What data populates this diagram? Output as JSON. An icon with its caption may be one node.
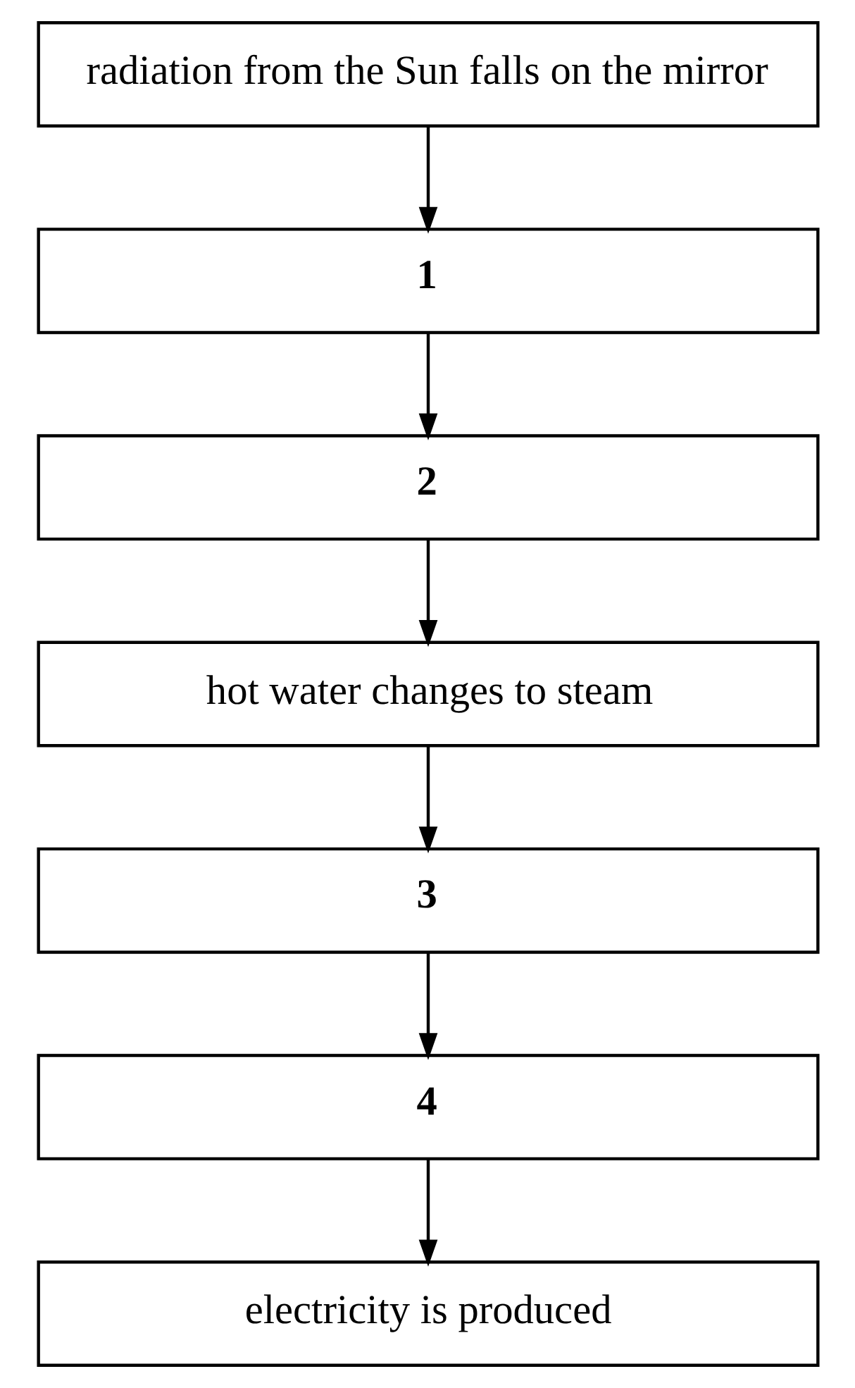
{
  "diagram": {
    "nodes": [
      {
        "text": [
          "radiation from the Sun falls on the mirror"
        ]
      },
      {
        "text": [
          "1"
        ]
      },
      {
        "text": [
          "2"
        ]
      },
      {
        "text": [
          "hot water changes to steam"
        ]
      },
      {
        "text": [
          "3"
        ]
      },
      {
        "text": [
          "4"
        ]
      },
      {
        "text": [
          "electricity is produced"
        ]
      }
    ],
    "edges": [
      {
        "from": 0,
        "to": 1,
        "arrow": "to"
      },
      {
        "from": 1,
        "to": 2,
        "arrow": "to"
      },
      {
        "from": 2,
        "to": 3,
        "arrow": "to"
      },
      {
        "from": 3,
        "to": 4,
        "arrow": "to"
      },
      {
        "from": 4,
        "to": 5,
        "arrow": "to"
      },
      {
        "from": 5,
        "to": 6,
        "arrow": "to"
      }
    ]
  }
}
